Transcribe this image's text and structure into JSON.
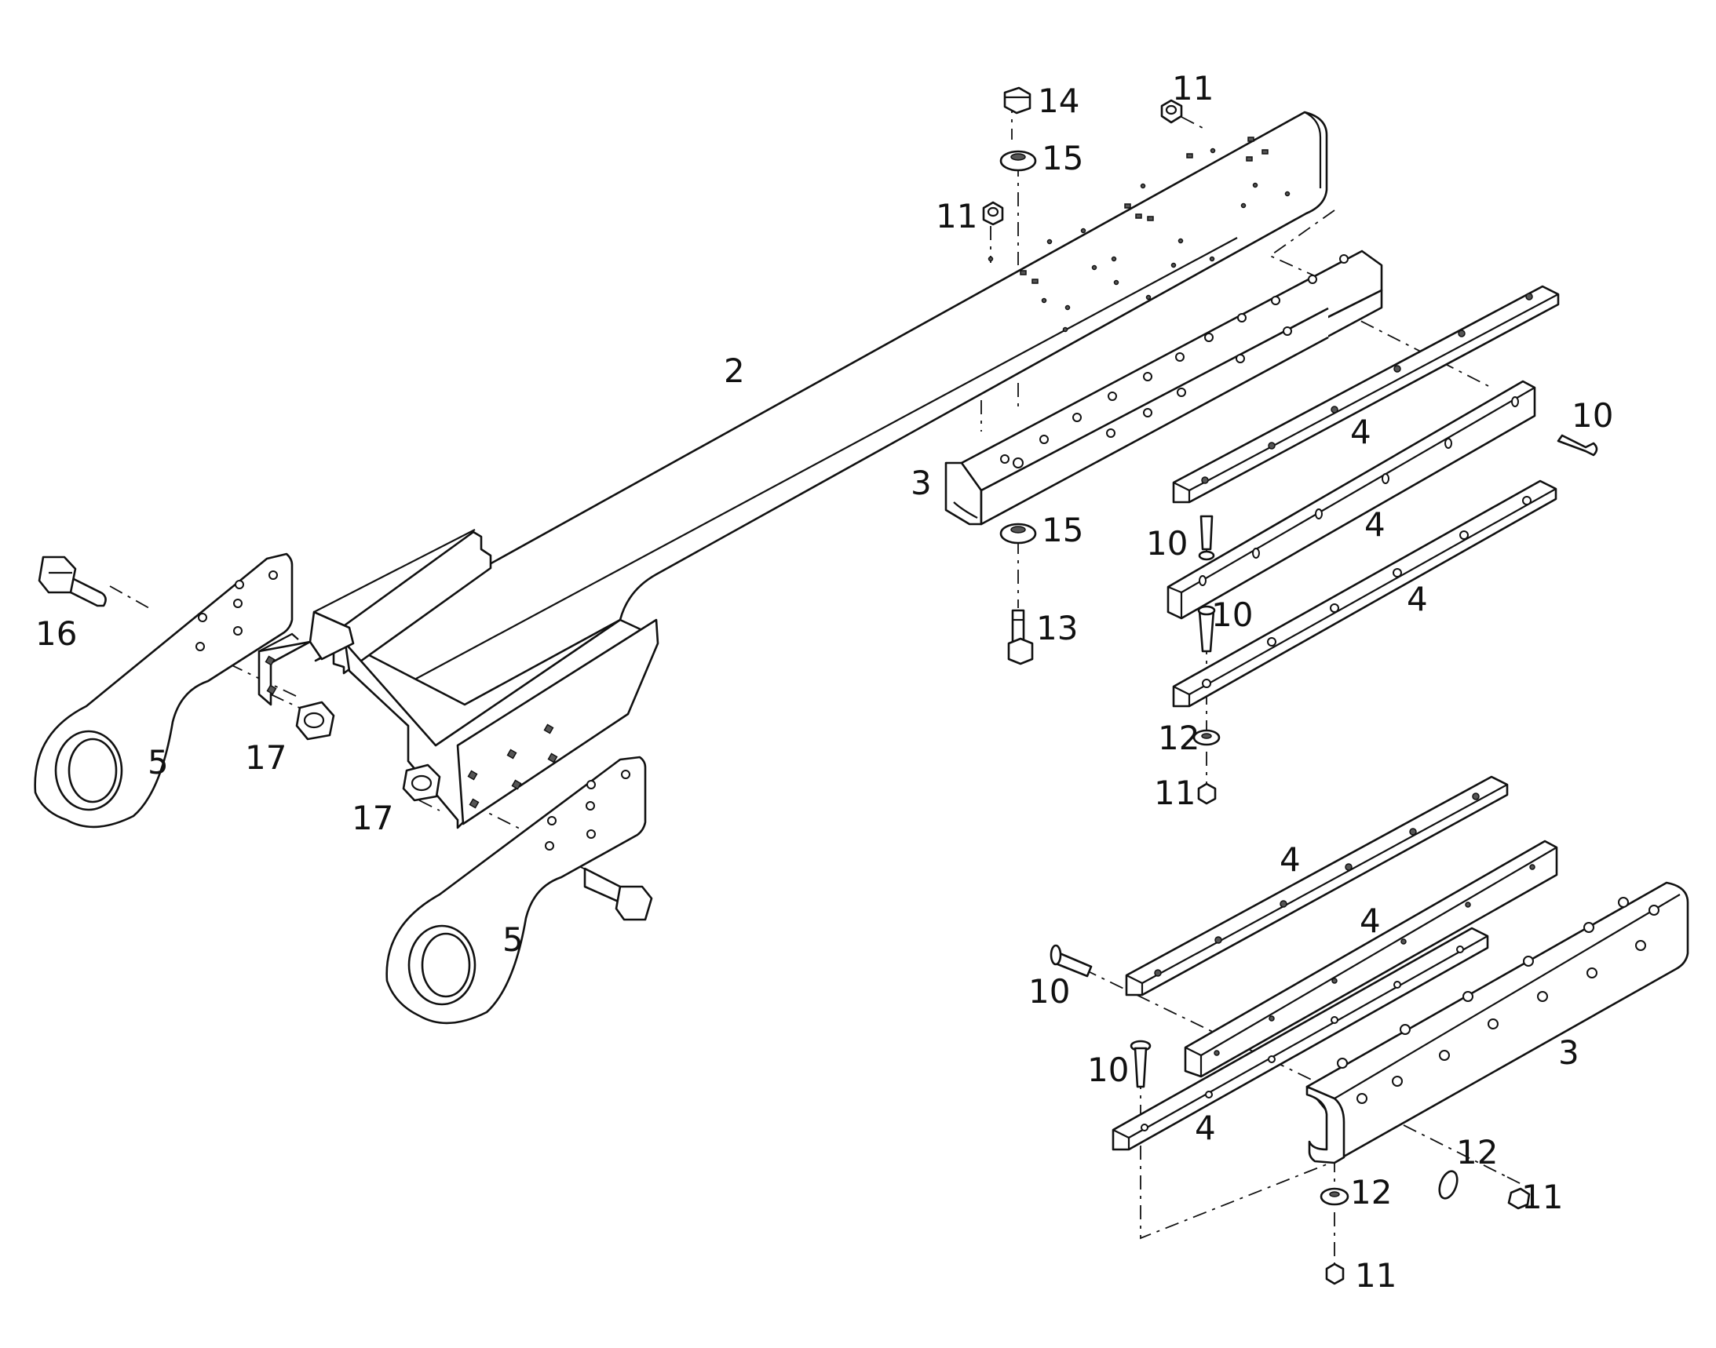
{
  "diagram": {
    "callouts": {
      "c2": "2",
      "c3a": "3",
      "c3b": "3",
      "c4a": "4",
      "c4b": "4",
      "c4c": "4",
      "c4d": "4",
      "c4e": "4",
      "c4f": "4",
      "c5a": "5",
      "c5b": "5",
      "c10a": "10",
      "c10b": "10",
      "c10c": "10",
      "c10d": "10",
      "c10e": "10",
      "c11a": "11",
      "c11b": "11",
      "c11c": "11",
      "c11d": "11",
      "c11e": "11",
      "c12a": "12",
      "c12b": "12",
      "c12c": "12",
      "c13": "13",
      "c14": "14",
      "c15a": "15",
      "c15b": "15",
      "c16": "16",
      "c17a": "17",
      "c17b": "17"
    }
  }
}
